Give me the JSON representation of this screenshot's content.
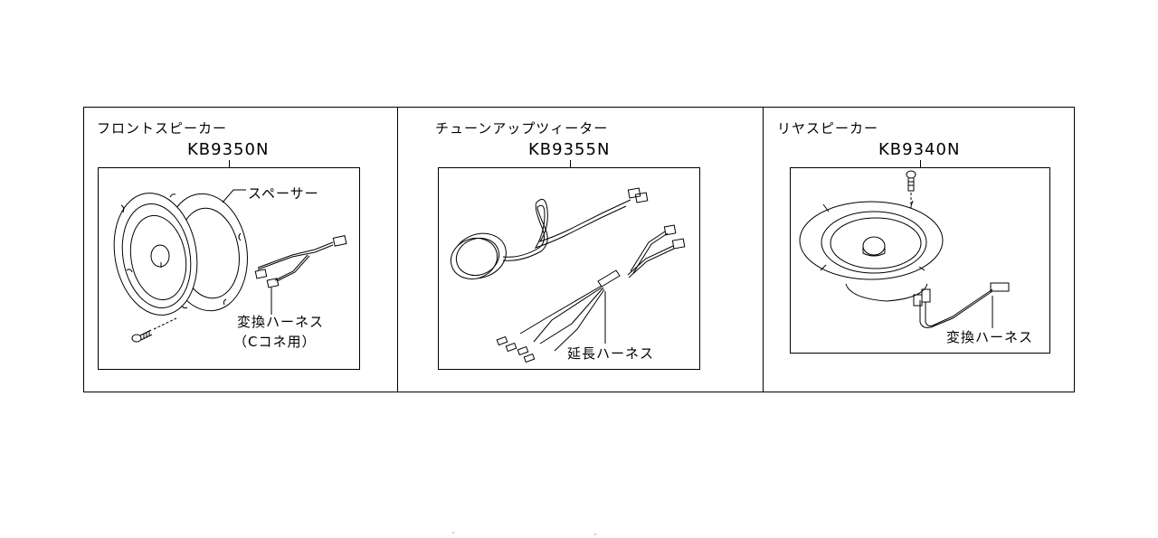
{
  "diagram": {
    "panels": [
      {
        "title": "フロントスピーカー",
        "part_number": "KB9350N",
        "callouts": [
          {
            "label": "スペーサー"
          },
          {
            "label": "変換ハーネス",
            "sublabel": "（Cコネ用）"
          }
        ]
      },
      {
        "title": "チューンアップツィーター",
        "part_number": "KB9355N",
        "callouts": [
          {
            "label": "延長ハーネス"
          }
        ]
      },
      {
        "title": "リヤスピーカー",
        "part_number": "KB9340N",
        "callouts": [
          {
            "label": "変換ハーネス"
          }
        ]
      }
    ]
  },
  "colors": {
    "line": "#000000",
    "background": "#ffffff"
  }
}
